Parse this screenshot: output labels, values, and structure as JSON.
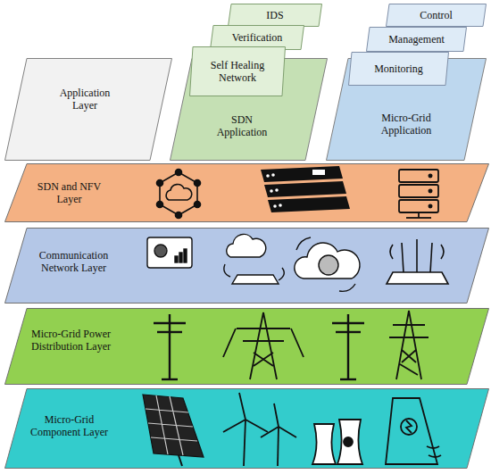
{
  "diagram": {
    "nodes": [
      {
        "text": [
          "Application Layer"
        ]
      },
      {
        "text": [
          "SDN Application"
        ]
      },
      {
        "text": [
          "IDS"
        ]
      },
      {
        "text": [
          "Verification"
        ]
      },
      {
        "text": [
          "Self Healing Network"
        ]
      },
      {
        "text": [
          "Micro-Grid Application"
        ]
      },
      {
        "text": [
          "Control"
        ]
      },
      {
        "text": [
          "Management"
        ]
      },
      {
        "text": [
          "Monitoring"
        ]
      },
      {
        "text": [
          "SDN and NFV Layer"
        ]
      },
      {
        "text": [
          "Communication Network Layer"
        ]
      },
      {
        "text": [
          "Micro-Grid Power Distribution Layer"
        ]
      },
      {
        "text": [
          "Micro-Grid Component Layer"
        ]
      }
    ]
  }
}
